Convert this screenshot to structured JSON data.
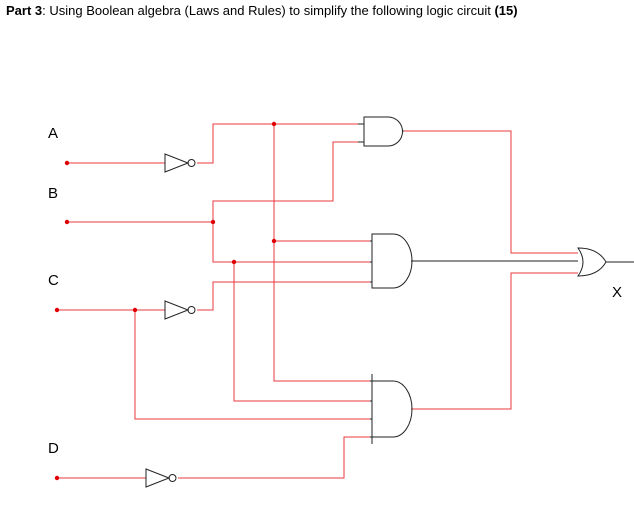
{
  "title": {
    "part": "Part 3",
    "text": ": Using Boolean algebra (Laws and Rules) to simplify the following logic circuit ",
    "points": "(15)"
  },
  "inputs": {
    "a": "A",
    "b": "B",
    "c": "C",
    "d": "D"
  },
  "output": "X",
  "colors": {
    "wire": "#e8383d",
    "gate": "#222222",
    "node": "#e00000"
  },
  "gates": [
    "not",
    "not",
    "not",
    "and",
    "and",
    "and",
    "or"
  ]
}
